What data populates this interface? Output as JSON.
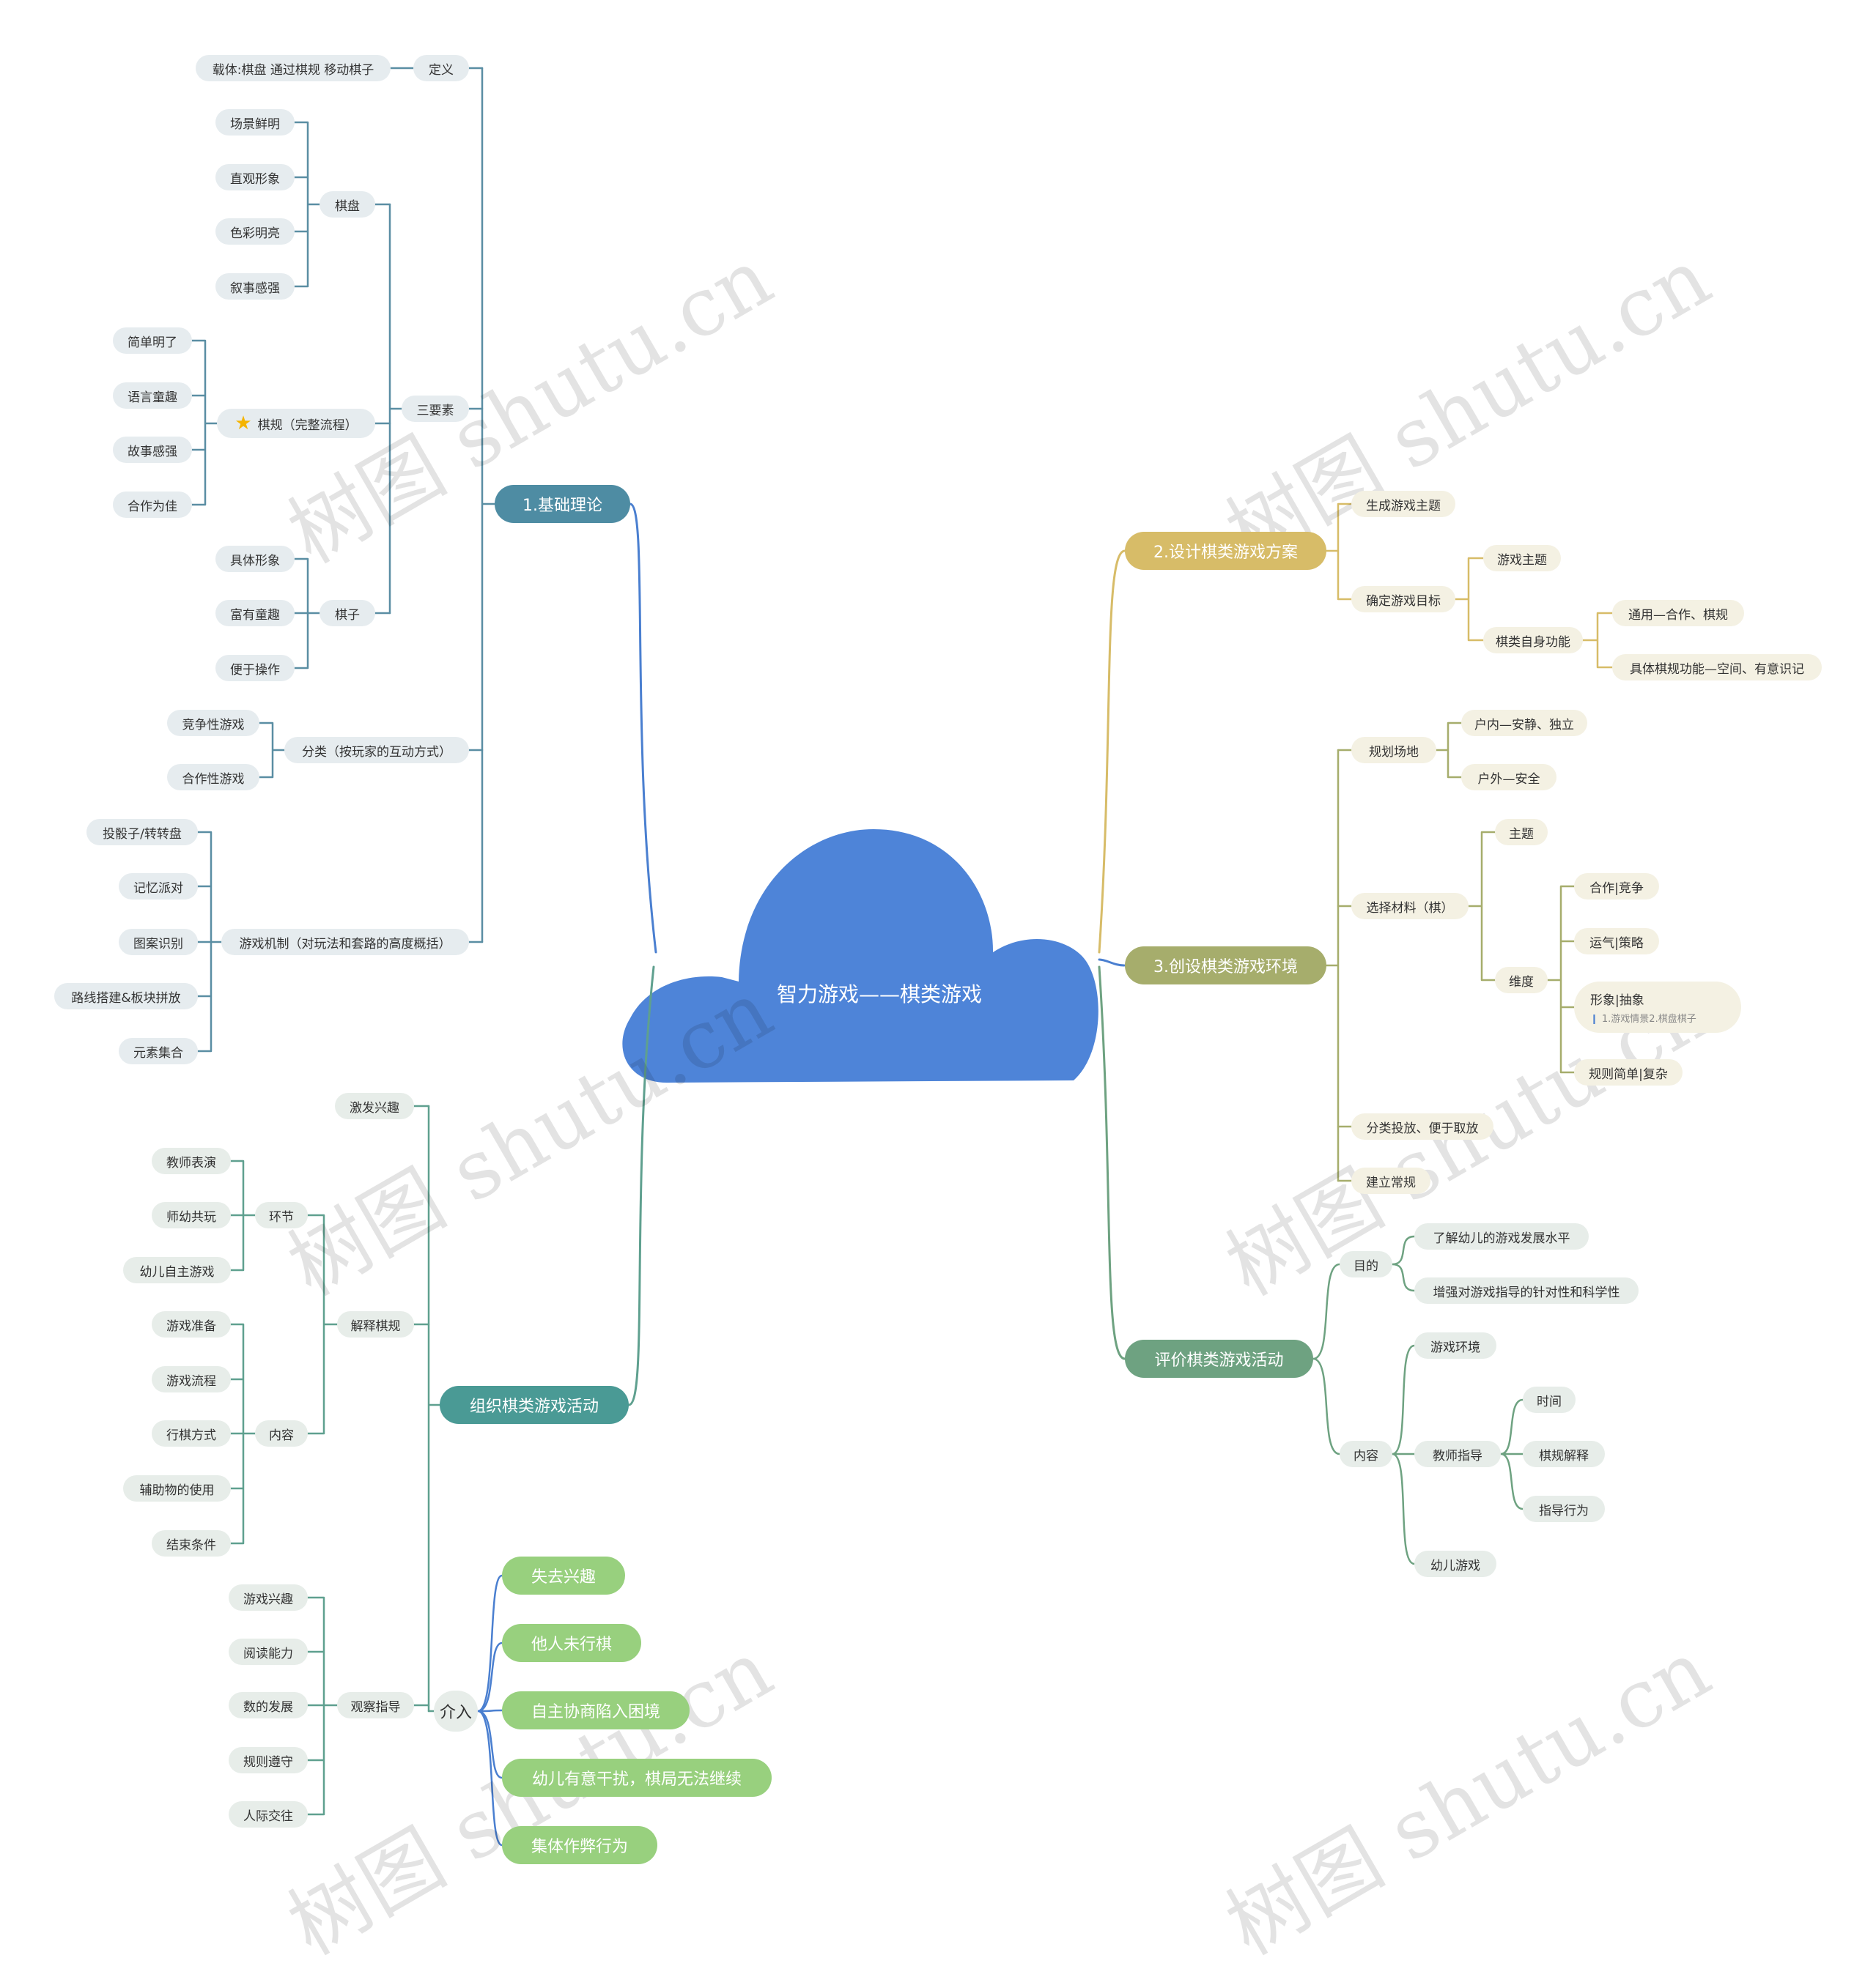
{
  "root": {
    "label": "智力游戏——棋类游戏"
  },
  "branch1": {
    "label": "1.基础理论",
    "definition": {
      "label": "定义",
      "child": "载体:棋盘 通过棋规 移动棋子"
    },
    "elements": {
      "label": "三要素",
      "board": {
        "label": "棋盘",
        "items": [
          "场景鲜明",
          "直观形象",
          "色彩明亮",
          "叙事感强"
        ]
      },
      "rules": {
        "label": "棋规（完整流程）",
        "items": [
          "简单明了",
          "语言童趣",
          "故事感强",
          "合作为佳"
        ]
      },
      "pieces": {
        "label": "棋子",
        "items": [
          "具体形象",
          "富有童趣",
          "便于操作"
        ]
      }
    },
    "category": {
      "label": "分类（按玩家的互动方式）",
      "items": [
        "竞争性游戏",
        "合作性游戏"
      ]
    },
    "mechanism": {
      "label": "游戏机制（对玩法和套路的高度概括）",
      "items": [
        "投骰子/转转盘",
        "记忆派对",
        "图案识别",
        "路线搭建&板块拼放",
        "元素集合"
      ]
    }
  },
  "branch2": {
    "label": "2.设计棋类游戏方案",
    "theme": "生成游戏主题",
    "goal": {
      "label": "确定游戏目标",
      "theme": "游戏主题",
      "func": {
        "label": "棋类自身功能",
        "items": [
          "通用—合作、棋规",
          "具体棋规功能—空间、有意识记"
        ]
      }
    }
  },
  "branch3": {
    "label": "3.创设棋类游戏环境",
    "site": {
      "label": "规划场地",
      "items": [
        "户内—安静、独立",
        "户外—安全"
      ]
    },
    "material": {
      "label": "选择材料（棋）",
      "topic": "主题",
      "dimension": {
        "label": "维度",
        "items": [
          "合作|竞争",
          "运气|策略",
          "形象|抽象",
          "规则简单|复杂"
        ],
        "note": "1.游戏情景2.棋盘棋子"
      }
    },
    "storage": "分类投放、便于取放",
    "routine": "建立常规"
  },
  "branch4": {
    "label": "评价棋类游戏活动",
    "purpose": {
      "label": "目的",
      "items": [
        "了解幼儿的游戏发展水平",
        "增强对游戏指导的针对性和科学性"
      ]
    },
    "content": {
      "label": "内容",
      "env": "游戏环境",
      "teacher": {
        "label": "教师指导",
        "items": [
          "时间",
          "棋规解释",
          "指导行为"
        ]
      },
      "play": "幼儿游戏"
    }
  },
  "branch5": {
    "label": "组织棋类游戏活动",
    "interest": "激发兴趣",
    "explain": {
      "label": "解释棋规",
      "stage": {
        "label": "环节",
        "items": [
          "教师表演",
          "师幼共玩",
          "幼儿自主游戏"
        ]
      },
      "content": {
        "label": "内容",
        "items": [
          "游戏准备",
          "游戏流程",
          "行棋方式",
          "辅助物的使用",
          "结束条件"
        ]
      }
    },
    "observe": {
      "label": "观察指导",
      "items": [
        "游戏兴趣",
        "阅读能力",
        "数的发展",
        "规则遵守",
        "人际交往"
      ]
    },
    "intervene": {
      "label": "介入",
      "items": [
        "失去兴趣",
        "他人未行棋",
        "自主协商陷入困境",
        "幼儿有意干扰，棋局无法继续",
        "集体作弊行为"
      ]
    }
  },
  "watermark": "树图 shutu.cn",
  "colors": {
    "root": "#4e84d8",
    "b1": "#4e8ca3",
    "b2": "#d7bc68",
    "b3": "#a6ad6c",
    "b4": "#6ea281",
    "b5": "#4a9a95",
    "green": "#98d07e"
  }
}
